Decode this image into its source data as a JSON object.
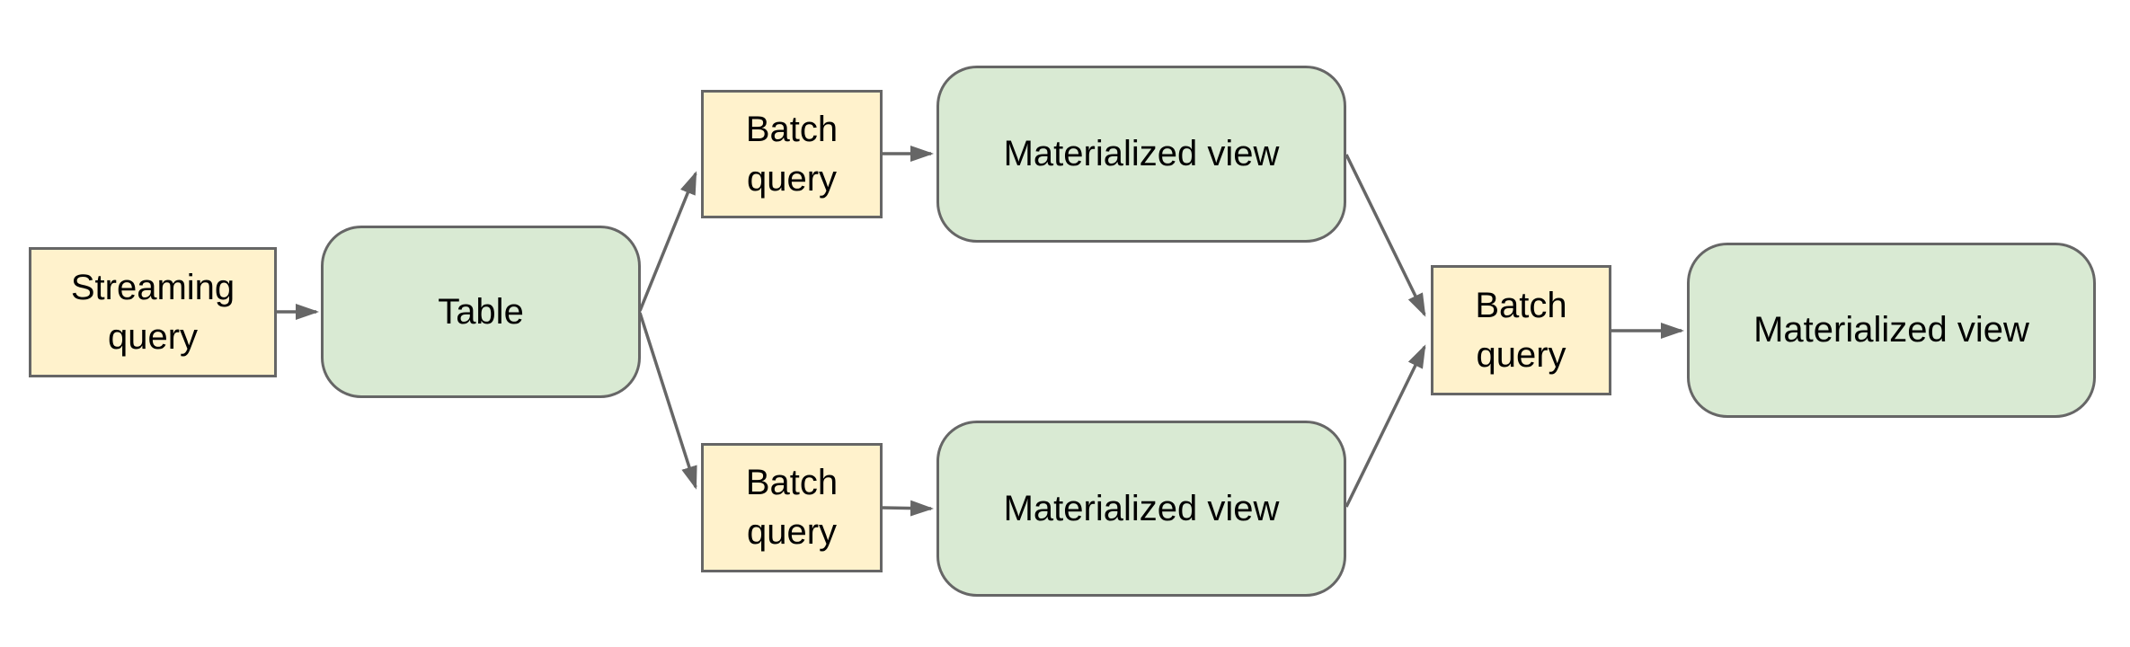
{
  "diagram": {
    "type": "flowchart",
    "background_color": "#ffffff",
    "colors": {
      "query_box_fill": "#fff2cc",
      "data_box_fill": "#d9ead3",
      "box_border": "#666666",
      "arrow": "#666666",
      "label_text": "#000000"
    },
    "nodes": [
      {
        "id": "streaming-query",
        "label": "Streaming query",
        "shape": "rectangle",
        "fill": "#fff2cc"
      },
      {
        "id": "table",
        "label": "Table",
        "shape": "rounded-rectangle",
        "fill": "#d9ead3"
      },
      {
        "id": "batch-query-top",
        "label": "Batch query",
        "shape": "rectangle",
        "fill": "#fff2cc"
      },
      {
        "id": "materialized-view-top",
        "label": "Materialized view",
        "shape": "rounded-rectangle",
        "fill": "#d9ead3"
      },
      {
        "id": "batch-query-bottom",
        "label": "Batch query",
        "shape": "rectangle",
        "fill": "#fff2cc"
      },
      {
        "id": "materialized-view-bottom",
        "label": "Materialized view",
        "shape": "rounded-rectangle",
        "fill": "#d9ead3"
      },
      {
        "id": "batch-query-right",
        "label": "Batch query",
        "shape": "rectangle",
        "fill": "#fff2cc"
      },
      {
        "id": "materialized-view-final",
        "label": "Materialized view",
        "shape": "rounded-rectangle",
        "fill": "#d9ead3"
      }
    ],
    "edges": [
      {
        "from": "streaming-query",
        "to": "table"
      },
      {
        "from": "table",
        "to": "batch-query-top"
      },
      {
        "from": "table",
        "to": "batch-query-bottom"
      },
      {
        "from": "batch-query-top",
        "to": "materialized-view-top"
      },
      {
        "from": "batch-query-bottom",
        "to": "materialized-view-bottom"
      },
      {
        "from": "materialized-view-top",
        "to": "batch-query-right"
      },
      {
        "from": "materialized-view-bottom",
        "to": "batch-query-right"
      },
      {
        "from": "batch-query-right",
        "to": "materialized-view-final"
      }
    ]
  }
}
